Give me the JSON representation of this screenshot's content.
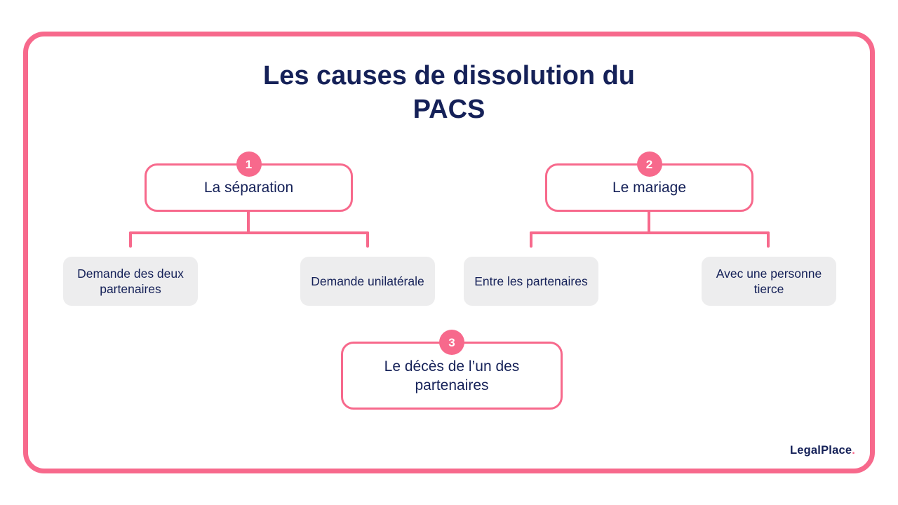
{
  "colors": {
    "pink": "#F7698C",
    "navy": "#152158",
    "green": "#4DE2AC",
    "gray": "#EDEDEE",
    "white": "#FFFFFF"
  },
  "title": {
    "prefix": "Les ",
    "highlight": "causes de dissolution",
    "suffix": " du",
    "line2": "PACS"
  },
  "causes": [
    {
      "number": "1",
      "label": "La séparation",
      "children": [
        "Demande des deux partenaires",
        "Demande unilatérale"
      ]
    },
    {
      "number": "2",
      "label": "Le mariage",
      "children": [
        "Entre les partenaires",
        "Avec une personne tierce"
      ]
    },
    {
      "number": "3",
      "label": "Le décès de l’un des partenaires",
      "children": []
    }
  ],
  "logo": {
    "text": "LegalPlace",
    "dot": "."
  }
}
